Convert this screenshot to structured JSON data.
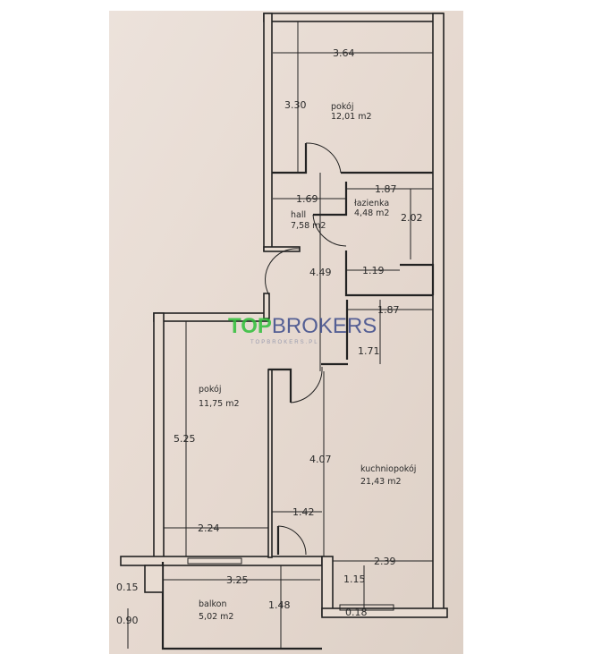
{
  "plan": {
    "rooms": [
      {
        "name": "pokój",
        "area": "12,01 m2"
      },
      {
        "name": "łazienka",
        "area": "4,48 m2"
      },
      {
        "name": "hall",
        "area": "7,58 m2"
      },
      {
        "name": "pokój",
        "area": "11,75 m2"
      },
      {
        "name": "kuchniopokój",
        "area": "21,43 m2"
      },
      {
        "name": "balkon",
        "area": "5,02 m2"
      }
    ],
    "dimensions": [
      "3.64",
      "3.30",
      "1.69",
      "1.87",
      "2.02",
      "4.49",
      "1.19",
      "1.87",
      "1.71",
      "5.25",
      "4.07",
      "1.42",
      "2.24",
      "2.39",
      "3.25",
      "1.15",
      "0.15",
      "1.48",
      "0.90",
      "0.18"
    ]
  },
  "watermark": {
    "brand_top": "TOP",
    "brand_rest": "BROKERS",
    "url": "TOPBROKERS.PL",
    "top_color": "#2fbf3a",
    "rest_color": "#3b4a8a"
  },
  "colors": {
    "paper": "#e9ddd5",
    "ink": "#222222"
  }
}
